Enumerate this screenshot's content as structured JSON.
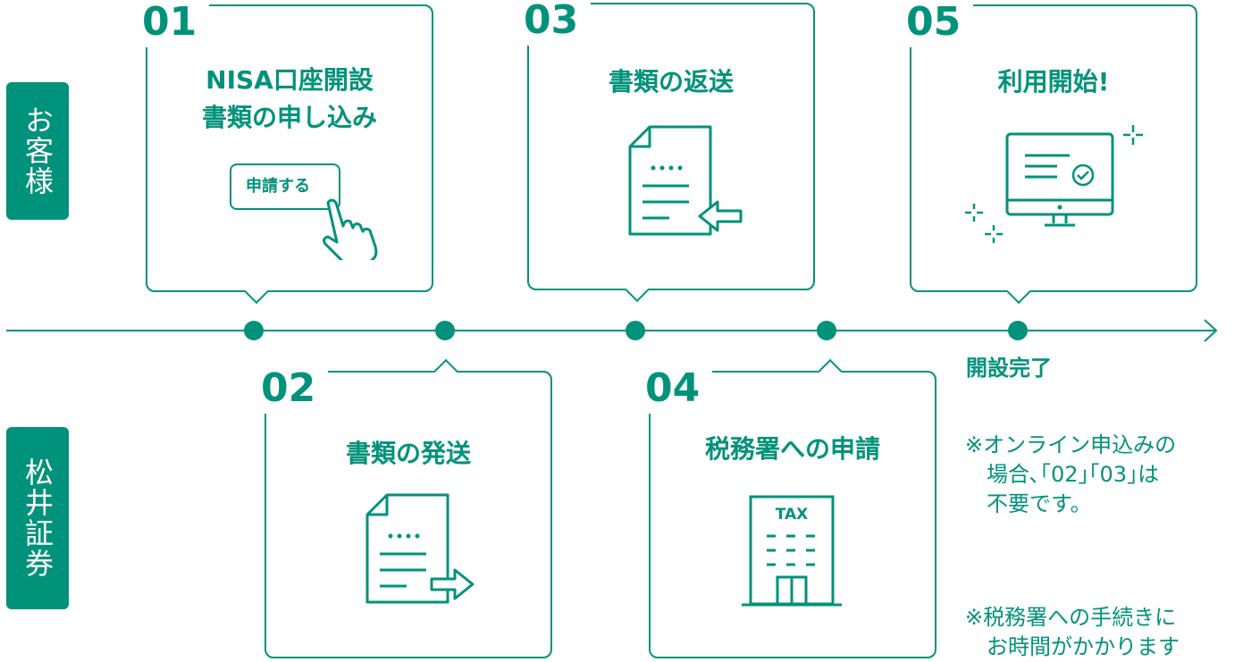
{
  "lanes": {
    "customer": "お客様",
    "broker": "松井証券"
  },
  "steps": [
    {
      "num": "01",
      "title": "NISA口座開設\n書類の申し込み",
      "button": "申請する"
    },
    {
      "num": "02",
      "title": "書類の発送"
    },
    {
      "num": "03",
      "title": "書類の返送"
    },
    {
      "num": "04",
      "title": "税務署への申請",
      "icon_text": "TAX"
    },
    {
      "num": "05",
      "title": "利用開始!"
    }
  ],
  "end_label": "開設完了",
  "notes": [
    "※オンライン申込みの\n　場合､｢02｣｢03｣は\n　不要です。",
    "※税務署への手続きに\n　お時間がかかります"
  ],
  "colors": {
    "accent": "#00927a"
  }
}
